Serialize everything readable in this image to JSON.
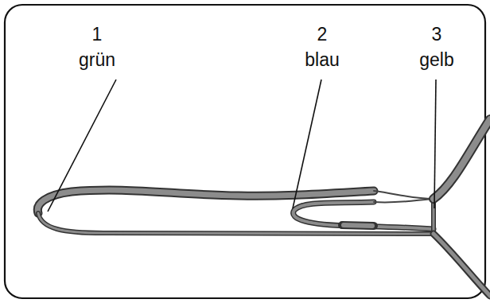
{
  "diagram": {
    "labels": [
      "1",
      "grün",
      "2",
      "blau",
      "3",
      "gelb"
    ]
  }
}
